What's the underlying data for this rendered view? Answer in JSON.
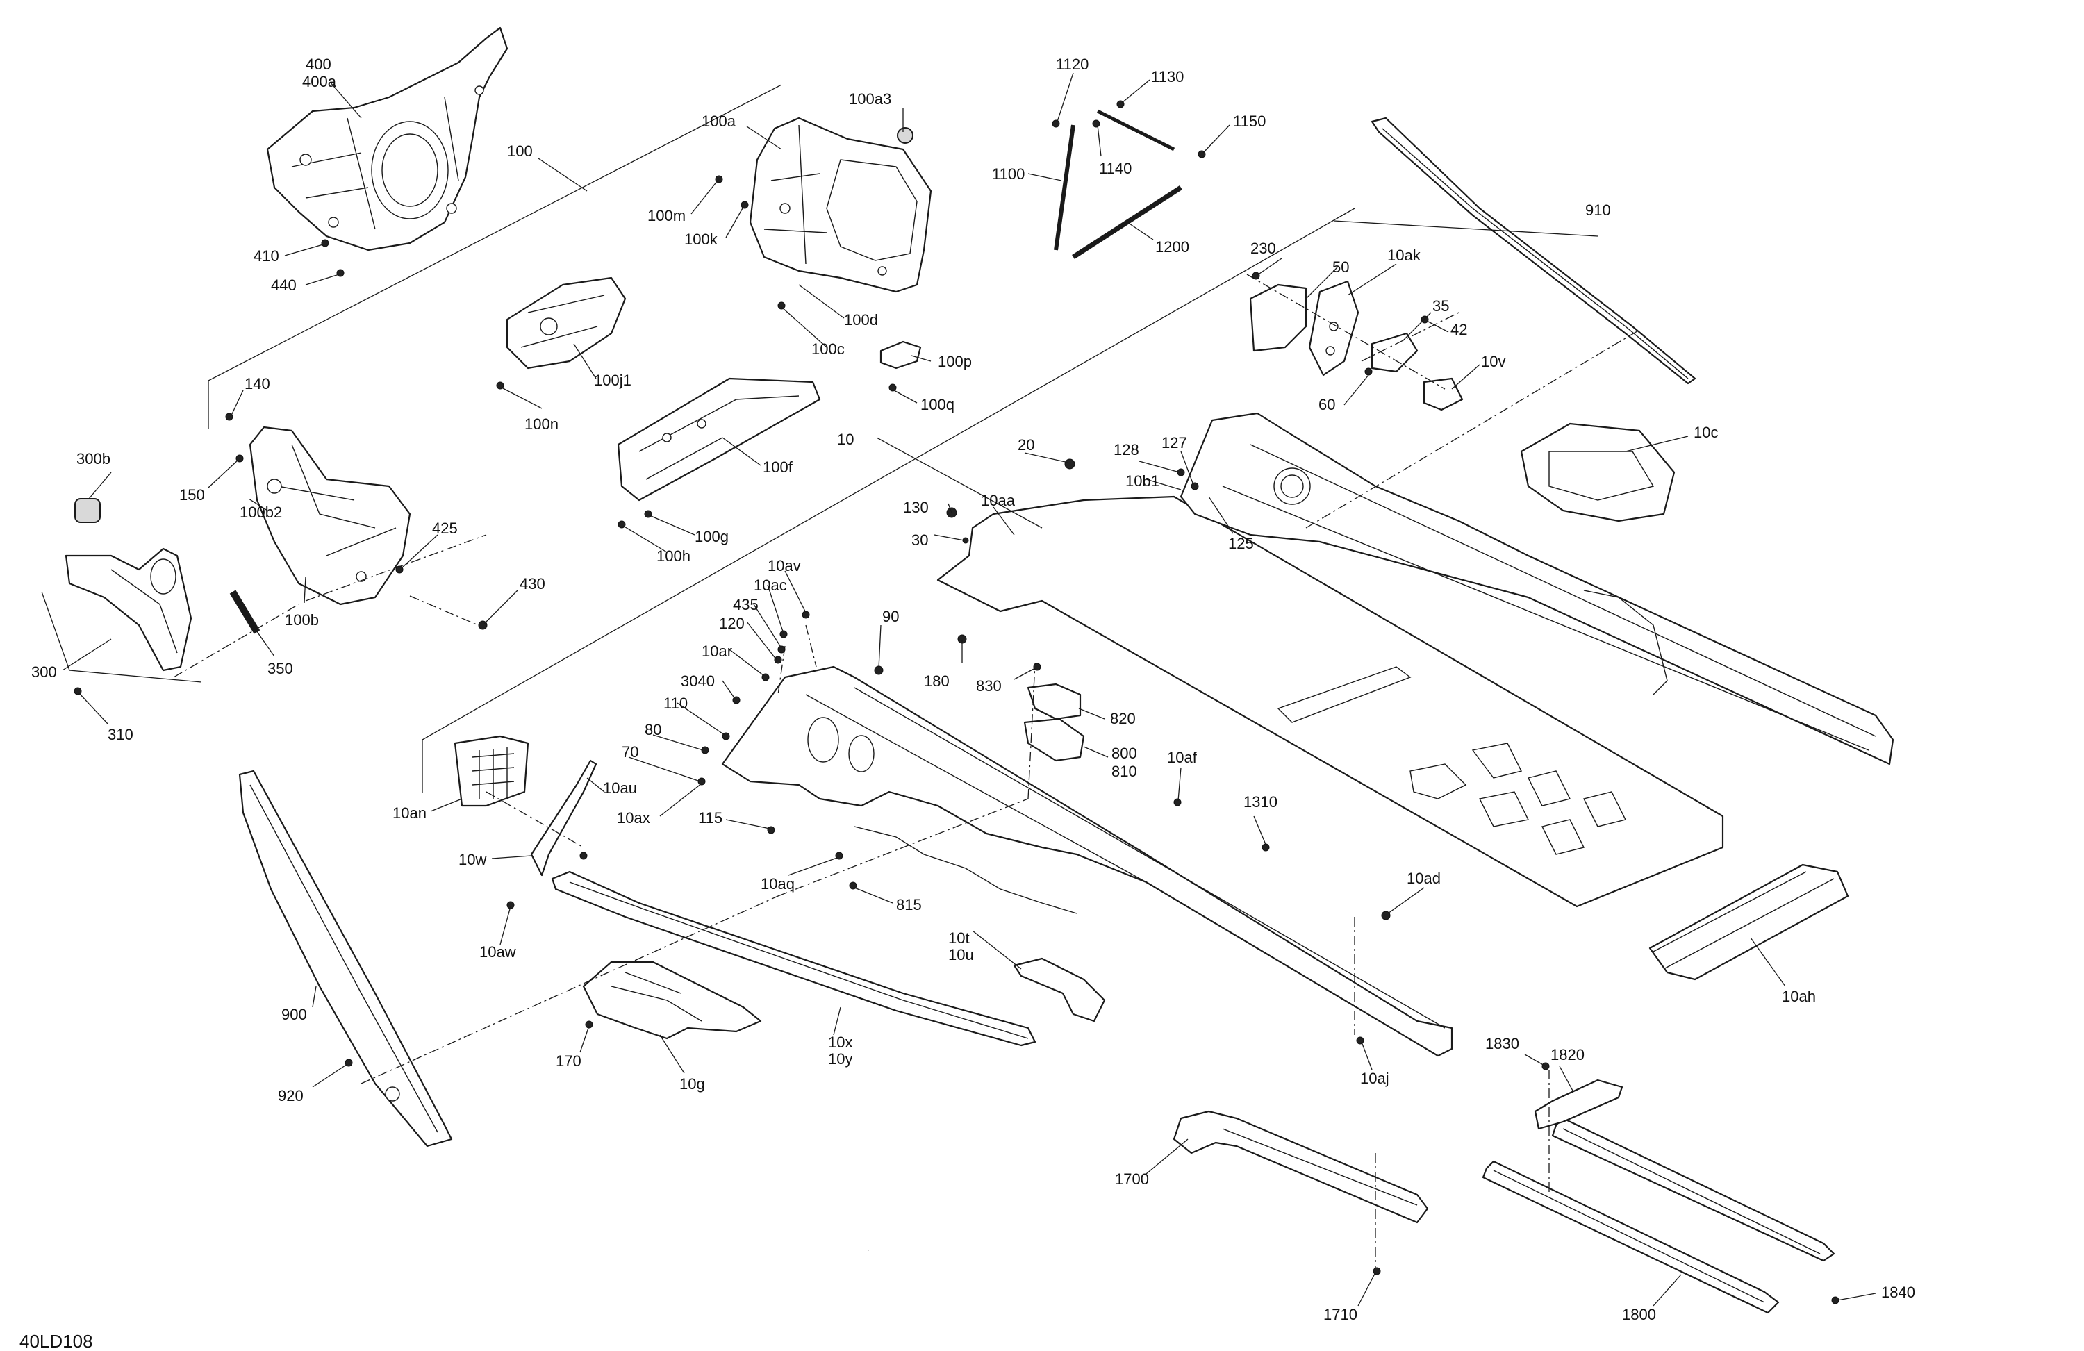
{
  "drawing_code": "40LD108",
  "labels": {
    "l400": "400",
    "l400a": "400a",
    "l410": "410",
    "l440": "440",
    "l100": "100",
    "l100a": "100a",
    "l100a3": "100a3",
    "l100m": "100m",
    "l100k": "100k",
    "l100d": "100d",
    "l100c": "100c",
    "l100p": "100p",
    "l100q": "100q",
    "l100j1": "100j1",
    "l100n": "100n",
    "l100f": "100f",
    "l100g": "100g",
    "l100h": "100h",
    "l1120": "1120",
    "l1130": "1130",
    "l1150": "1150",
    "l1100": "1100",
    "l1140": "1140",
    "l1200": "1200",
    "l910": "910",
    "l230": "230",
    "l50": "50",
    "l10ak": "10ak",
    "l35": "35",
    "l42": "42",
    "l10v": "10v",
    "l60": "60",
    "l10c": "10c",
    "l140": "140",
    "l150": "150",
    "l300b": "300b",
    "l100b2": "100b2",
    "l425": "425",
    "l430": "430",
    "l100b": "100b",
    "l350": "350",
    "l300": "300",
    "l310": "310",
    "l10": "10",
    "l20": "20",
    "l128": "128",
    "l127": "127",
    "l10b1": "10b1",
    "l125": "125",
    "l130": "130",
    "l10aa": "10aa",
    "l30": "30",
    "l10av": "10av",
    "l10ac": "10ac",
    "l435": "435",
    "l120": "120",
    "l10ar": "10ar",
    "l90": "90",
    "l3040": "3040",
    "l180": "180",
    "l830": "830",
    "l110": "110",
    "l820": "820",
    "l80": "80",
    "l800": "800",
    "l810": "810",
    "l70": "70",
    "l10af": "10af",
    "l10au": "10au",
    "l10ax": "10ax",
    "l1310": "1310",
    "l10an": "10an",
    "l115": "115",
    "l10w": "10w",
    "l10aq": "10aq",
    "l815": "815",
    "l10ad": "10ad",
    "l10ah": "10ah",
    "l10aw": "10aw",
    "l10t": "10t",
    "l10u": "10u",
    "l900": "900",
    "l170": "170",
    "l10x": "10x",
    "l10y": "10y",
    "l10g": "10g",
    "l920": "920",
    "l10aj": "10aj",
    "l1830": "1830",
    "l1820": "1820",
    "l1700": "1700",
    "l1710": "1710",
    "l1800": "1800",
    "l1840": "1840"
  }
}
